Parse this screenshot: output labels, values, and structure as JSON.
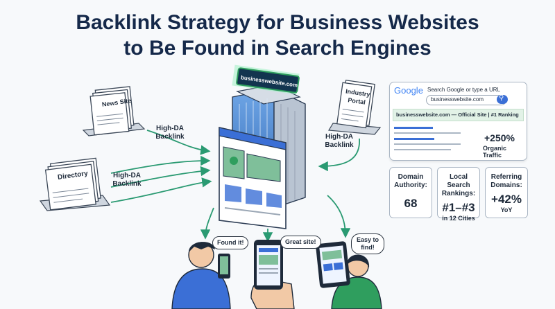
{
  "title": {
    "line1": "Backlink Strategy for Business Websites",
    "line2": "to Be Found in Search Engines"
  },
  "sources": {
    "news": "News Site",
    "directory": "Directory",
    "industry": "Industry Portal"
  },
  "links": {
    "news_label": "High-DA Backlink",
    "directory_label": "High-DA Backlink",
    "industry_label": "High-DA Backlink"
  },
  "building_sign": "businesswebsite.com",
  "search": {
    "engine": "Google",
    "placeholder": "Search Google or type a URL",
    "query": "businesswebsite.com",
    "result": "businesswebsite.com — Official Site | #1 Ranking",
    "traffic_value": "+250%",
    "traffic_label": "Organic Traffic"
  },
  "stats": [
    {
      "heading": "Domain Authority:",
      "value": "68",
      "sub": ""
    },
    {
      "heading": "Local Search Rankings:",
      "value": "#1–#3",
      "sub": "in 12 Cities"
    },
    {
      "heading": "Referring Domains:",
      "value": "+42%",
      "sub": "YoY"
    }
  ],
  "bubbles": {
    "left": "Found it!",
    "middle": "Great site!",
    "right": "Easy to find!"
  },
  "colors": {
    "title": "#15294a",
    "green": "#2f9e5e",
    "blue": "#3b6fd6",
    "arrow": "#2a9a72"
  }
}
